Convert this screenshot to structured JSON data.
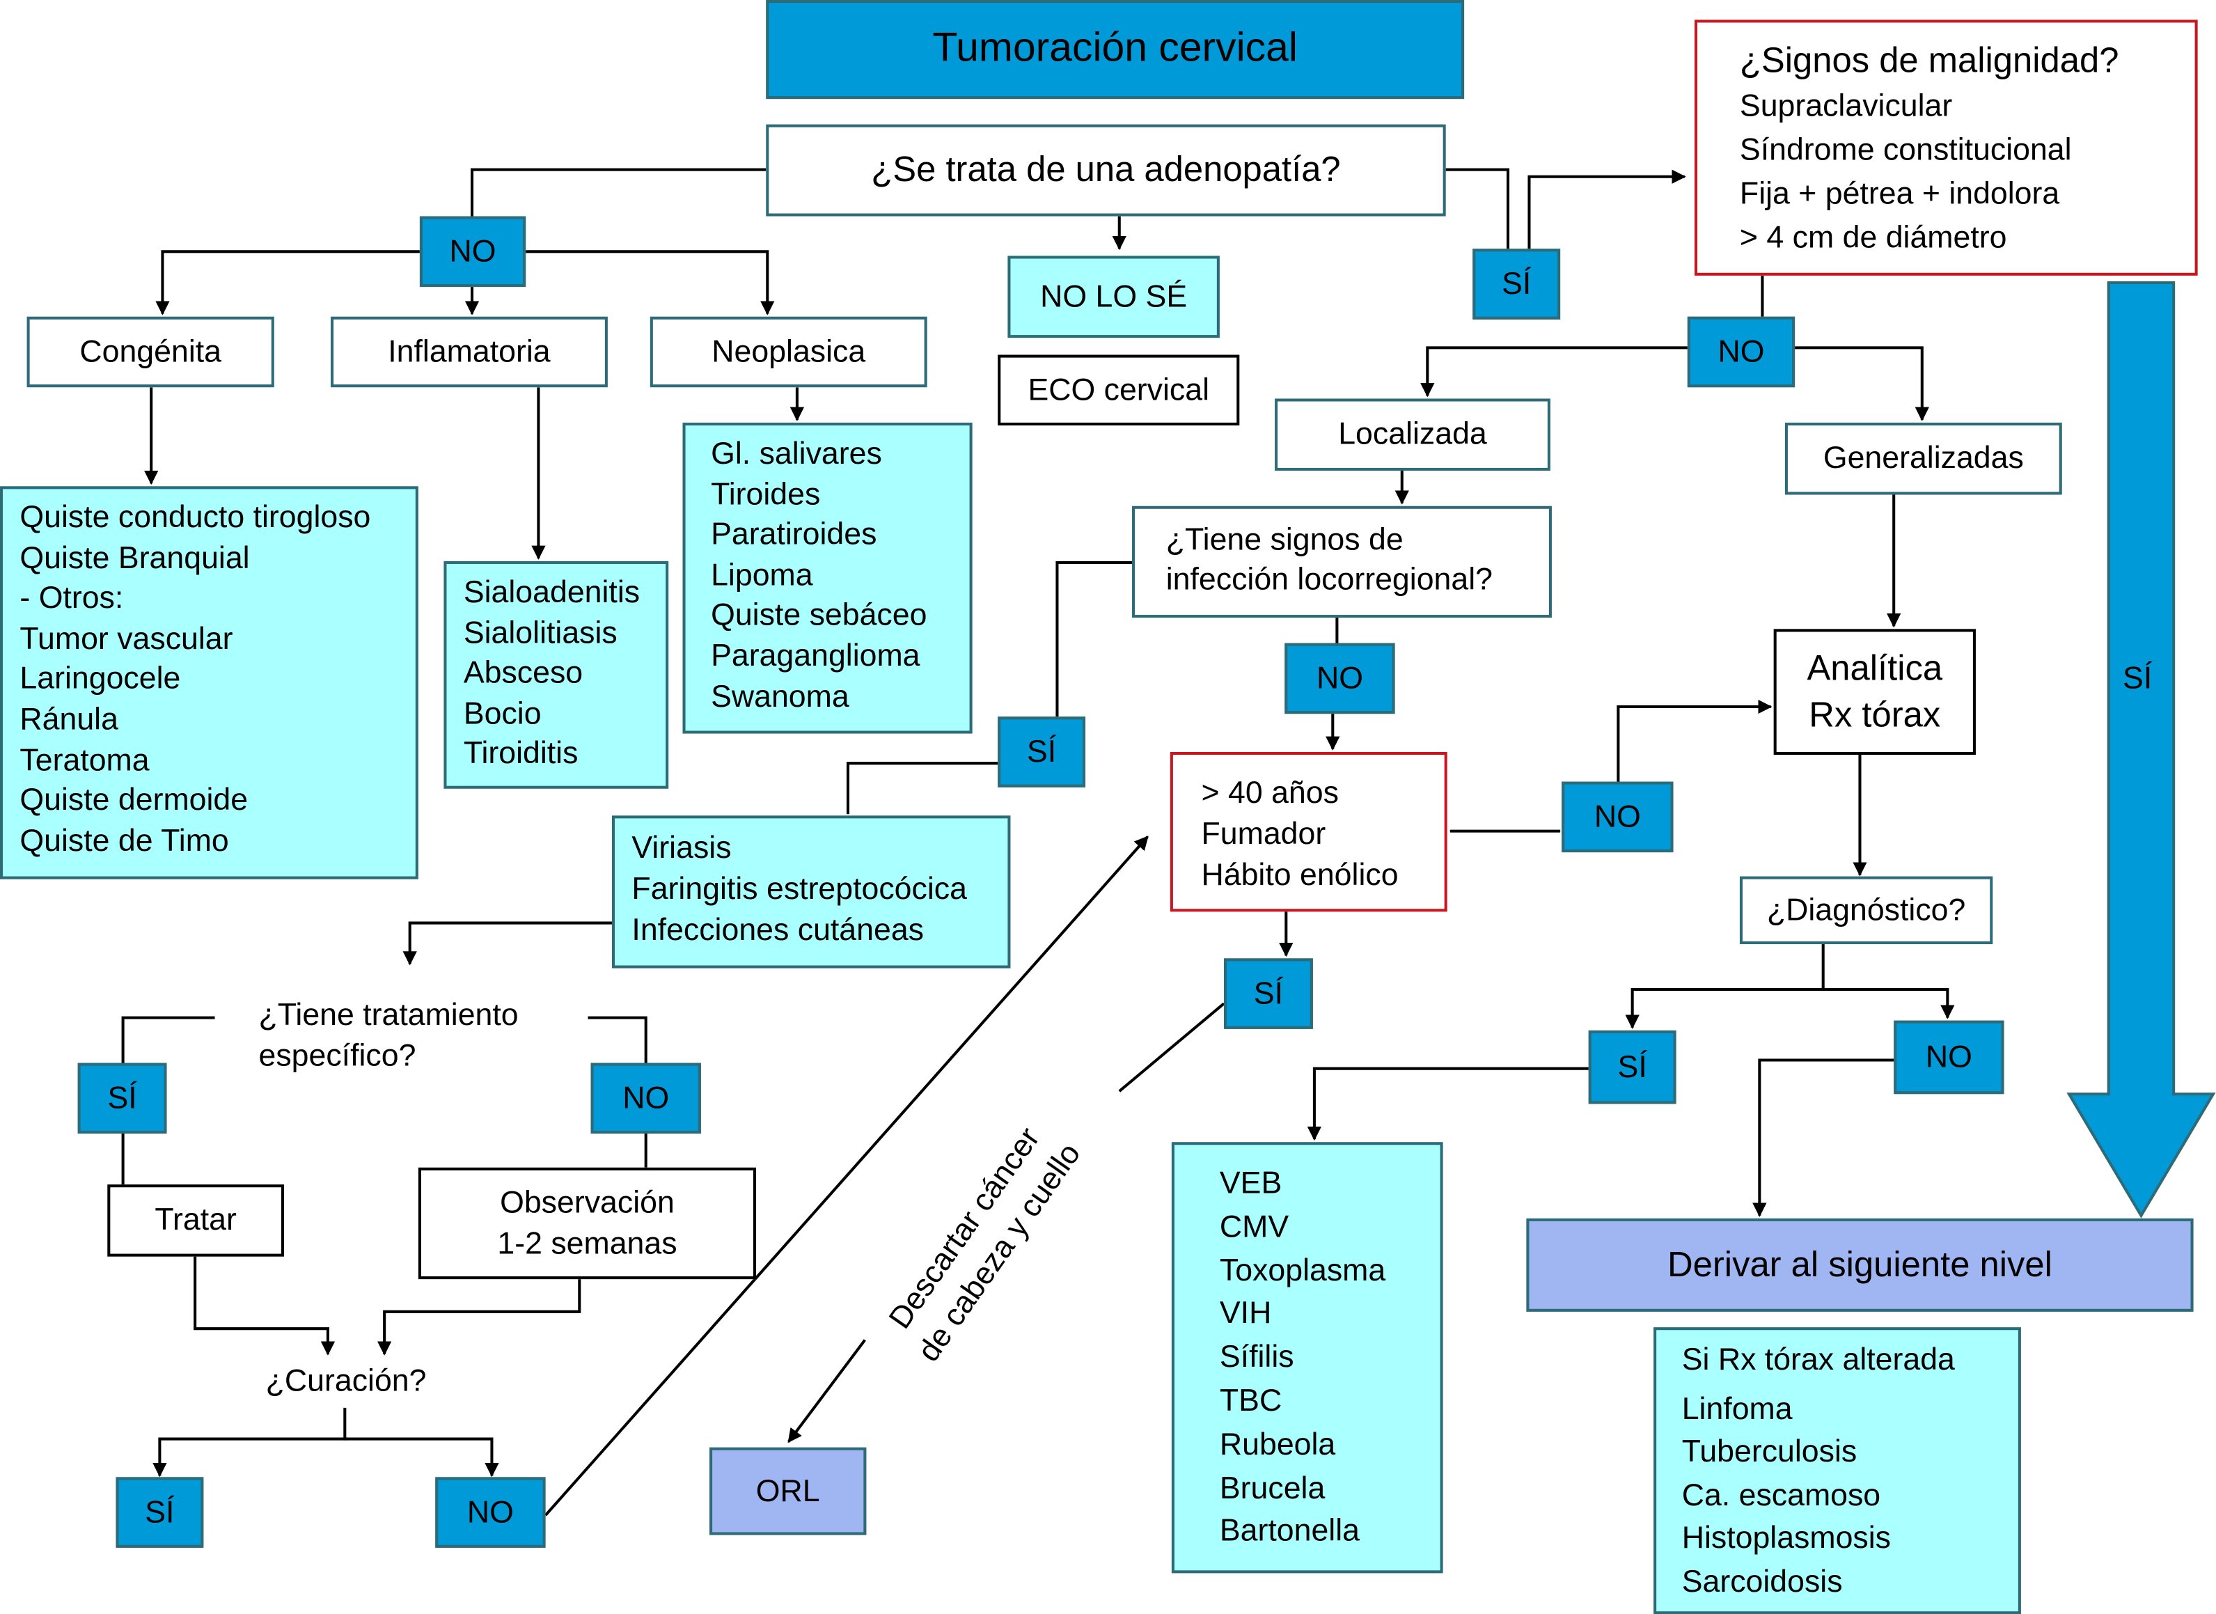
{
  "title": "Tumoración cervical",
  "q_adenopatia": "¿Se trata de una adenopatía?",
  "labels": {
    "no": "NO",
    "si": "SÍ",
    "no_lo_se": "NO LO SÉ"
  },
  "eco": "ECO cervical",
  "categories": {
    "congenita": "Congénita",
    "inflamatoria": "Inflamatoria",
    "neoplasica": "Neoplasica"
  },
  "congenita_list": [
    "Quiste conducto tirogloso",
    "Quiste Branquial",
    "- Otros:",
    "Tumor vascular",
    "Laringocele",
    "Ránula",
    "Teratoma",
    "Quiste dermoide",
    "Quiste de Timo"
  ],
  "inflamatoria_list": [
    "Sialoadenitis",
    "Sialolitiasis",
    "Absceso",
    "Bocio",
    "Tiroiditis"
  ],
  "neoplasica_list": [
    "Gl. salivares",
    "Tiroides",
    "Paratiroides",
    "Lipoma",
    "Quiste sebáceo",
    "Paraganglioma",
    "Swanoma"
  ],
  "malignidad": {
    "title": "¿Signos de malignidad?",
    "items": [
      "Supraclavicular",
      "Síndrome constitucional",
      "Fija + pétrea + indolora",
      "> 4 cm de diámetro"
    ]
  },
  "localizada": "Localizada",
  "generalizadas": "Generalizadas",
  "infeccion_q": [
    "¿Tiene signos de",
    "infección locorregional?"
  ],
  "infecciones_list": [
    "Viriasis",
    "Faringitis estreptocócica",
    "Infecciones cutáneas"
  ],
  "tratamiento_q": [
    "¿Tiene tratamiento",
    "específico?"
  ],
  "tratar": "Tratar",
  "observacion": [
    "Observación",
    "1-2 semanas"
  ],
  "curacion_q": "¿Curación?",
  "riesgo_list": [
    "> 40 años",
    "Fumador",
    "Hábito enólico"
  ],
  "descartar": [
    "Descartar cáncer",
    "de cabeza y cuello"
  ],
  "orl": "ORL",
  "analitica": [
    "Analítica",
    "Rx tórax"
  ],
  "diagnostico_q": "¿Diagnóstico?",
  "infecciones_gen_list": [
    "VEB",
    "CMV",
    "Toxoplasma",
    "VIH",
    "Sífilis",
    "TBC",
    "Rubeola",
    "Brucela",
    "Bartonella"
  ],
  "derivar": "Derivar al siguiente nivel",
  "rx_alterada": {
    "title": "Si Rx tórax alterada",
    "items": [
      "Linfoma",
      "Tuberculosis",
      "Ca. escamoso",
      "Histoplasmosis",
      "Sarcoidosis"
    ]
  },
  "colors": {
    "decision_blue": "#009ad8",
    "list_cyan": "#aaffff",
    "refer_lavender": "#9fb6f3",
    "malignancy_red": "#c8171e"
  }
}
